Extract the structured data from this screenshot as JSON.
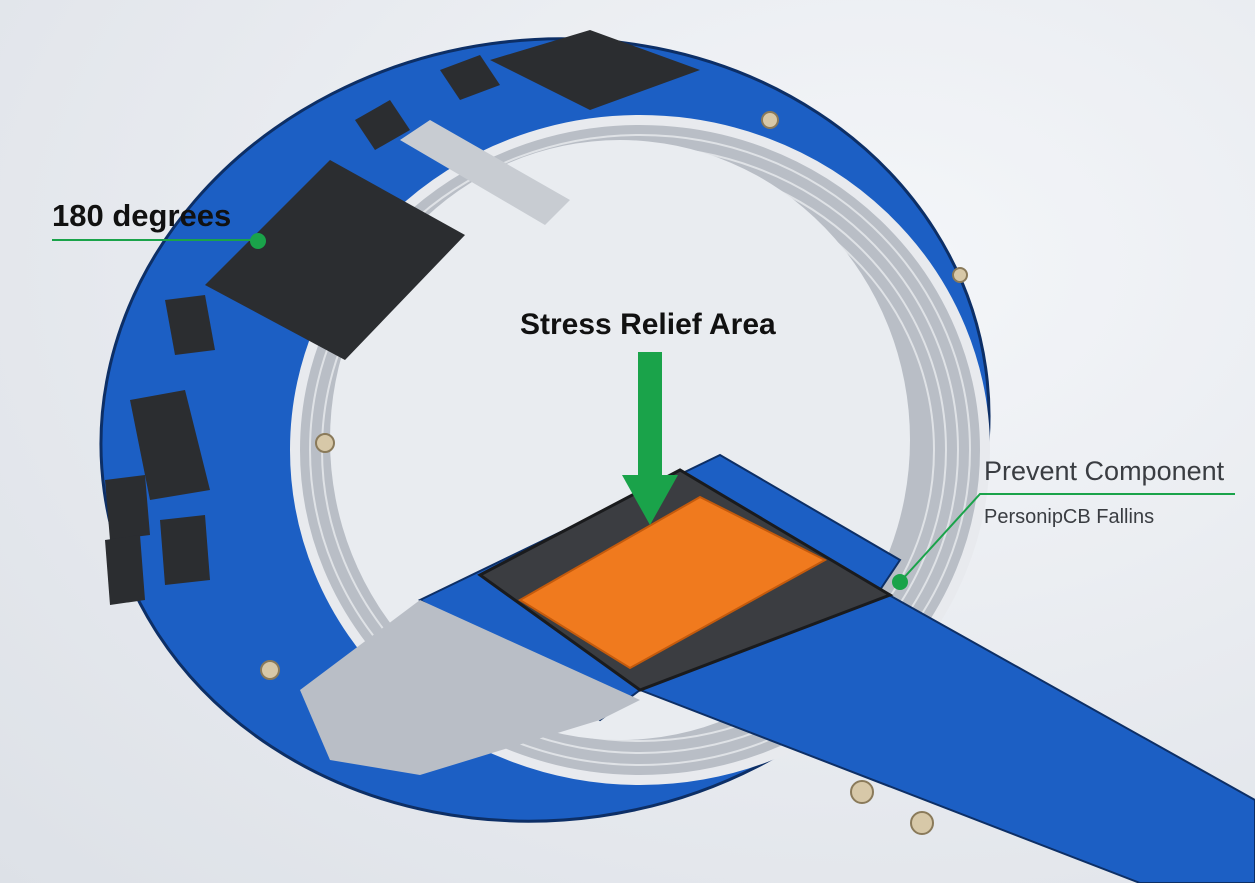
{
  "labels": {
    "angle": "180 degrees",
    "stress_relief": "Stress Relief Area",
    "prevent_title": "Prevent Component",
    "prevent_subtitle": "PersonipCB Fallins"
  },
  "colors": {
    "pcb_blue": "#1c5fc4",
    "inner_gray": "#b9bec6",
    "chip_dark": "#2b2d30",
    "stiffener_orange": "#f07a1e",
    "callout_green": "#1aa34a"
  }
}
